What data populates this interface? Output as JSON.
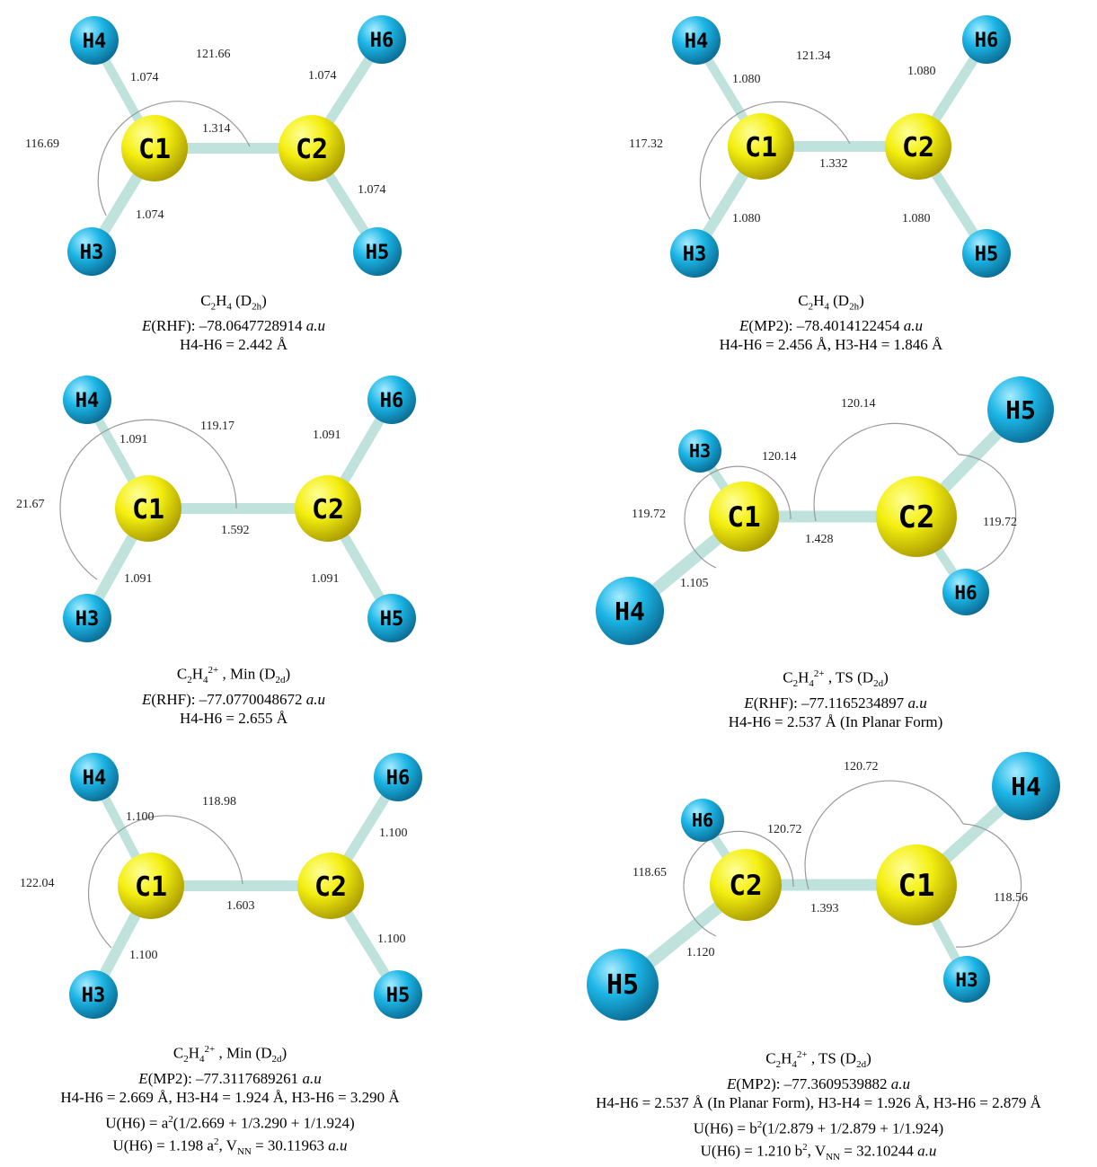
{
  "panels": [
    {
      "atoms": {
        "H4": "H4",
        "C1": "C1",
        "C2": "C2",
        "H6": "H6",
        "H3": "H3",
        "H5": "H5"
      },
      "labels": {
        "ang_top": "121.66",
        "ang_left": "116.69",
        "b_c1h4": "1.074",
        "b_c1c2": "1.314",
        "b_c2h6": "1.074",
        "b_c2h5": "1.074",
        "b_c1h3": "1.074"
      },
      "caption": {
        "mol": "C2H4 (D2h)",
        "energy_method": "E(RHF)",
        "energy": "–78.0647728914",
        "unit": "a.u",
        "dist": "H4-H6 = 2.442 Å"
      }
    },
    {
      "atoms": {
        "H4": "H4",
        "C1": "C1",
        "C2": "C2",
        "H6": "H6",
        "H3": "H3",
        "H5": "H5"
      },
      "labels": {
        "ang_top": "121.34",
        "ang_left": "117.32",
        "b_c1h4": "1.080",
        "b_c1c2": "1.332",
        "b_c2h6": "1.080",
        "b_c2h5": "1.080",
        "b_c1h3": "1.080"
      },
      "caption": {
        "mol": "C2H4 (D2h)",
        "energy_method": "E(MP2)",
        "energy": "–78.4014122454",
        "unit": "a.u",
        "dist": "H4-H6 = 2.456 Å, H3-H4 = 1.846 Å"
      }
    },
    {
      "atoms": {
        "H4": "H4",
        "C1": "C1",
        "C2": "C2",
        "H6": "H6",
        "H3": "H3",
        "H5": "H5"
      },
      "labels": {
        "ang_top": "119.17",
        "ang_left": "21.67",
        "b_c1h4": "1.091",
        "b_c1c2": "1.592",
        "b_c2h6": "1.091",
        "b_c2h5": "1.091",
        "b_c1h3": "1.091"
      },
      "caption": {
        "mol": "C2H4 2+ , Min (D2d)",
        "energy_method": "E(RHF)",
        "energy": "–77.0770048672",
        "unit": "a.u",
        "dist": "H4-H6 = 2.655 Å"
      }
    },
    {
      "atoms": {
        "H3": "H3",
        "C1": "C1",
        "C2": "C2",
        "H5": "H5",
        "H4": "H4",
        "H6": "H6"
      },
      "labels": {
        "ang_top2": "120.14",
        "ang_top1": "120.14",
        "ang_left": "119.72",
        "ang_right": "119.72",
        "b_c1c2": "1.428",
        "b_c1h4": "1.105"
      },
      "caption": {
        "mol": "C2H4 2+ , TS (D2d)",
        "energy_method": "E(RHF)",
        "energy": "–77.1165234897",
        "unit": "a.u",
        "dist": "H4-H6 = 2.537 Å (In Planar Form)"
      }
    },
    {
      "atoms": {
        "H4": "H4",
        "C1": "C1",
        "C2": "C2",
        "H6": "H6",
        "H3": "H3",
        "H5": "H5"
      },
      "labels": {
        "ang_top": "118.98",
        "ang_left": "122.04",
        "b_c1h4": "1.100",
        "b_c1c2": "1.603",
        "b_c2h6": "1.100",
        "b_c2h5": "1.100",
        "b_c1h3": "1.100"
      },
      "caption": {
        "mol": "C2H4 2+ , Min (D2d)",
        "energy_method": "E(MP2)",
        "energy": "–77.3117689261",
        "unit": "a.u",
        "dist": "H4-H6 = 2.669 Å, H3-H4 = 1.924 Å, H3-H6 = 3.290 Å",
        "formula1": "U(H6) = a2(1/2.669 + 1/3.290 + 1/1.924)",
        "formula2": "U(H6) = 1.198 a2, VNN = 30.11963 a.u"
      }
    },
    {
      "atoms": {
        "H6": "H6",
        "C2": "C2",
        "C1": "C1",
        "H4": "H4",
        "H5": "H5",
        "H3": "H3"
      },
      "labels": {
        "ang_top2": "120.72",
        "ang_top1": "120.72",
        "ang_left": "118.65",
        "ang_right": "118.56",
        "b_c1c2": "1.393",
        "b_c2h5": "1.120"
      },
      "caption": {
        "mol": "C2H4 2+ , TS (D2d)",
        "energy_method": "E(MP2)",
        "energy": "–77.3609539882",
        "unit": "a.u",
        "dist": "H4-H6 = 2.537 Å (In Planar Form), H3-H4 = 1.926 Å, H3-H6 = 2.879 Å",
        "formula1": "U(H6) = b2(1/2.879 + 1/2.879 + 1/1.924)",
        "formula2": "U(H6) = 1.210 b2, VNN = 32.10244 a.u"
      }
    }
  ]
}
